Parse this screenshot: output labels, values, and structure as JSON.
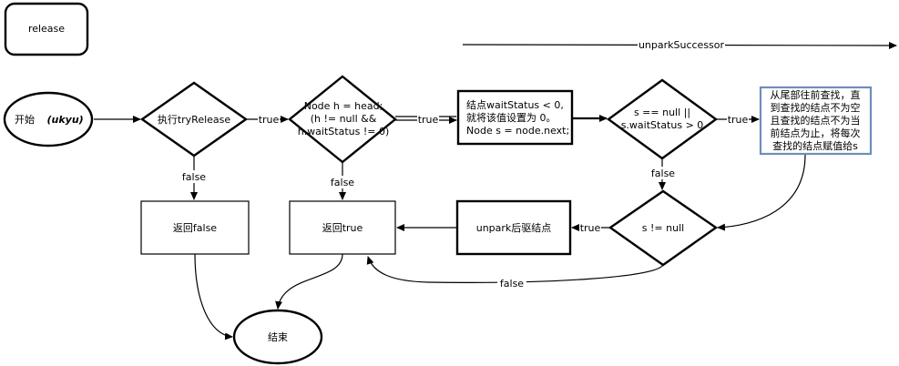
{
  "title_box": "release",
  "top_arrow_label": "unparkSuccessor",
  "nodes": {
    "start_prefix": "开始",
    "start_suffix": "(ukyu)",
    "try_release": "执行tryRelease",
    "head_check": [
      "Node h = head;",
      "(h != null &&",
      "h.waitStatus != 0)"
    ],
    "wait_status_box": [
      "结点waitStatus < 0,",
      "就将该值设置为 0。",
      "Node s = node.next;"
    ],
    "s_check": [
      "s == null ||",
      "s.waitStatus > 0"
    ],
    "search_box": [
      "从尾部往前查找，直",
      "到查找的结点不为空",
      "且查找的结点不为当",
      "前结点为止，将每次",
      "查找的结点赋值给s"
    ],
    "s_not_null": "s != null",
    "unpark": "unpark后驱结点",
    "return_false": "返回false",
    "return_true": "返回true",
    "end": "结束"
  },
  "edges": {
    "true_1": "true",
    "true_2": "true",
    "true_3": "true",
    "true_4": "true",
    "false_1": "false",
    "false_2": "false",
    "false_3": "false",
    "false_4": "false"
  },
  "colors": {
    "highlight_border": "#6c8ebf",
    "stroke": "#000000"
  }
}
